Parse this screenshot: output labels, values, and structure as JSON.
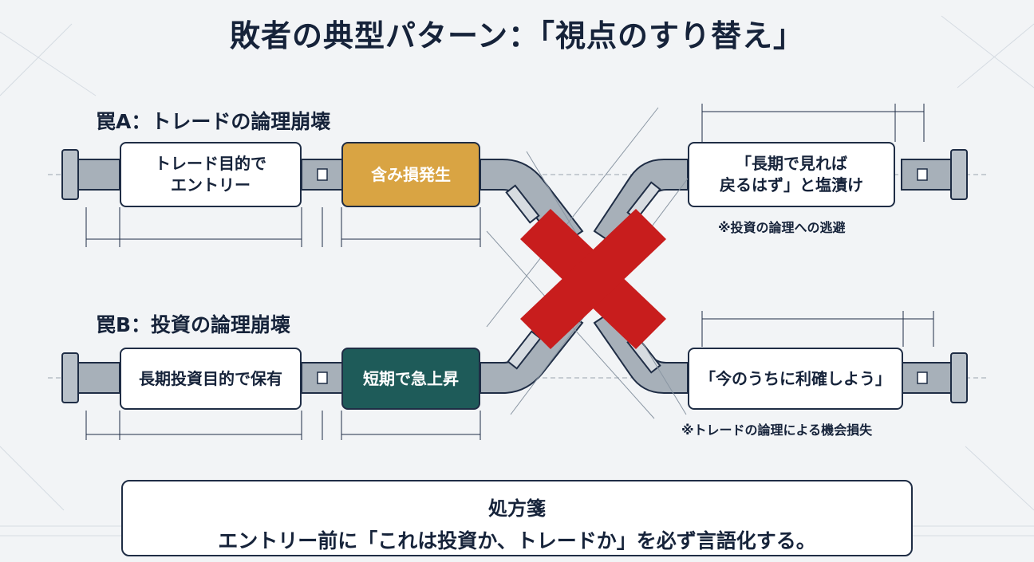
{
  "title": "敗者の典型パターン：「視点のすり替え」",
  "trap_a": {
    "label": "罠A：トレードの論理崩壊",
    "start_box": "トレード目的で\nエントリー",
    "event_box": "含み損発生",
    "outcome_box": "「長期で見れば\n戻るはず」と塩漬け",
    "note": "※投資の論理への逃避"
  },
  "trap_b": {
    "label": "罠B：投資の論理崩壊",
    "start_box": "長期投資目的で保有",
    "event_box": "短期で急上昇",
    "outcome_box": "「今のうちに利確しよう」",
    "note": "※トレードの論理による機会損失"
  },
  "remedy": {
    "title": "処方箋",
    "body": "エントリー前に「これは投資か、トレードか」を必ず言語化する。"
  },
  "colors": {
    "navy": "#16233a",
    "orange": "#d9a443",
    "teal": "#1e5b59",
    "cross_red": "#c81d1d",
    "pipe_gray": "#9aa3ad"
  },
  "icons": {
    "cross": "red-x-icon"
  }
}
